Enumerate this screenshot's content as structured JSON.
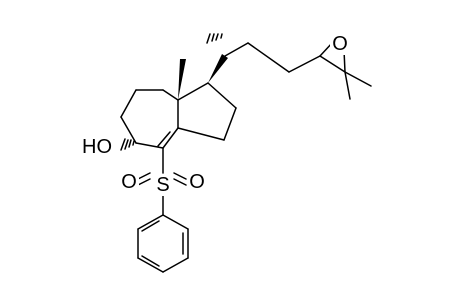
{
  "molecule": {
    "atoms": {
      "hydroxyl": "HO",
      "sulfur": "S",
      "sulfonyl_oxygen_left": "O",
      "sulfonyl_oxygen_right": "O",
      "epoxide_oxygen": "O"
    },
    "colors": {
      "ink": "#000000",
      "background": "#ffffff"
    }
  }
}
